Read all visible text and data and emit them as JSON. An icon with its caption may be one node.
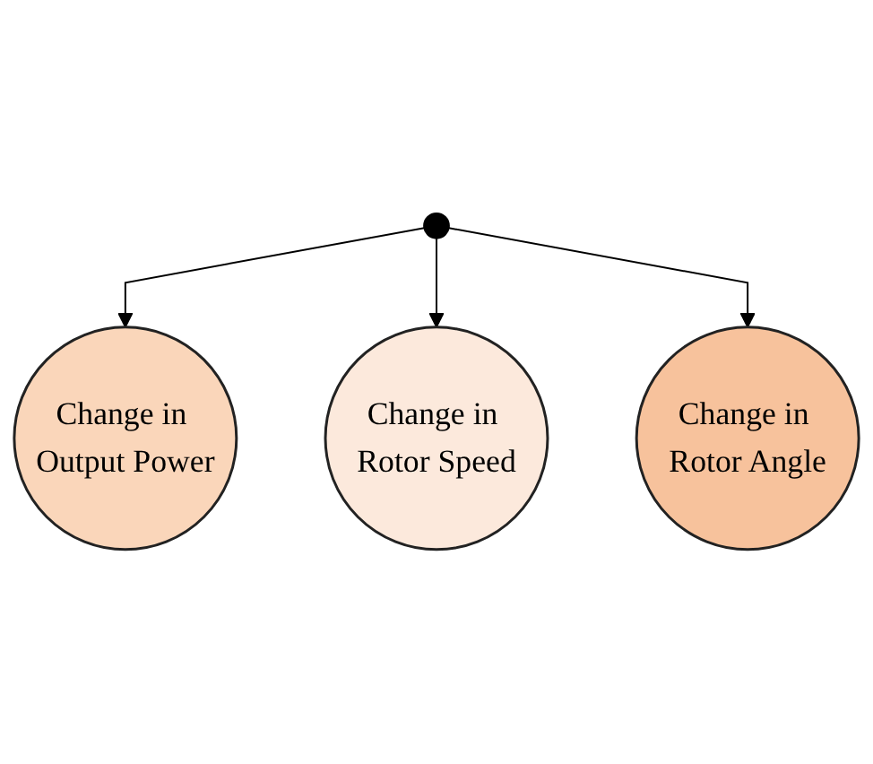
{
  "diagram": {
    "nodes": [
      {
        "text": [
          "Change in Output Power"
        ]
      },
      {
        "text": [
          "Change in Rotor Speed"
        ]
      },
      {
        "text": [
          "Change in Rotor Angle"
        ]
      }
    ],
    "edges": [
      {
        "from": null,
        "to": 0,
        "arrow": "to"
      },
      {
        "from": null,
        "to": 1,
        "arrow": "to"
      },
      {
        "from": null,
        "to": 2,
        "arrow": "to"
      }
    ]
  }
}
